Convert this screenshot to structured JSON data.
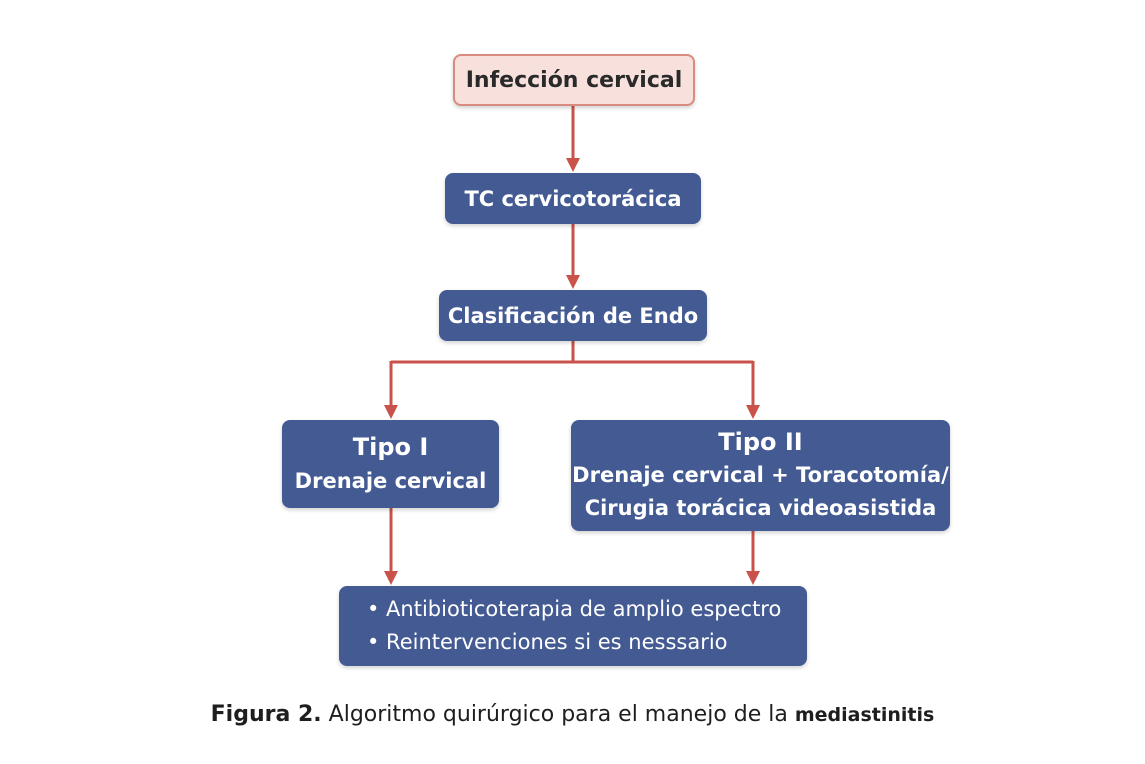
{
  "nodes": {
    "start": "Infección cervical",
    "tc": "TC cervicotorácica",
    "endo": "Clasificación de Endo",
    "tipo1": {
      "title": "Tipo I",
      "line1": "Drenaje cervical"
    },
    "tipo2": {
      "title": "Tipo II",
      "line1": "Drenaje cervical + Toracotomía/",
      "line2": "Cirugia torácica videoasistida"
    },
    "final": {
      "items": [
        "• Antibioticoterapia de amplio espectro",
        "• Reintervenciones si es nesssario"
      ]
    }
  },
  "caption": {
    "label": "Figura 2.",
    "text": "Algoritmo quirúrgico para el manejo de la",
    "last_word": "mediastinitis"
  },
  "colors": {
    "box_fill": "#435a93",
    "start_fill": "#f8e0dc",
    "start_border": "#d98b82",
    "arrow": "#c9534a"
  }
}
